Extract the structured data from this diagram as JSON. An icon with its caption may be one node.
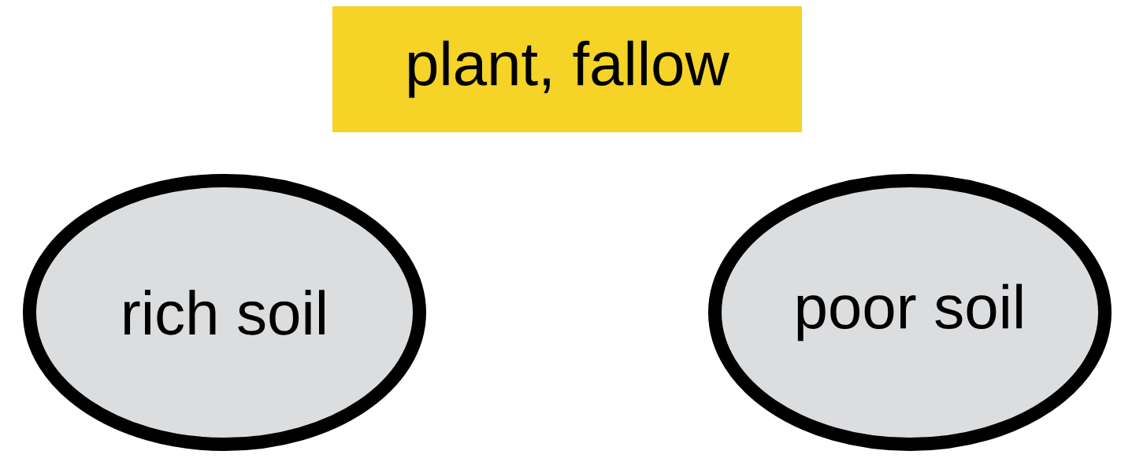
{
  "diagram": {
    "nodes": [
      {
        "text": [
          "plant, fallow"
        ]
      },
      {
        "text": [
          "rich soil"
        ]
      },
      {
        "text": [
          "poor soil"
        ]
      }
    ]
  }
}
